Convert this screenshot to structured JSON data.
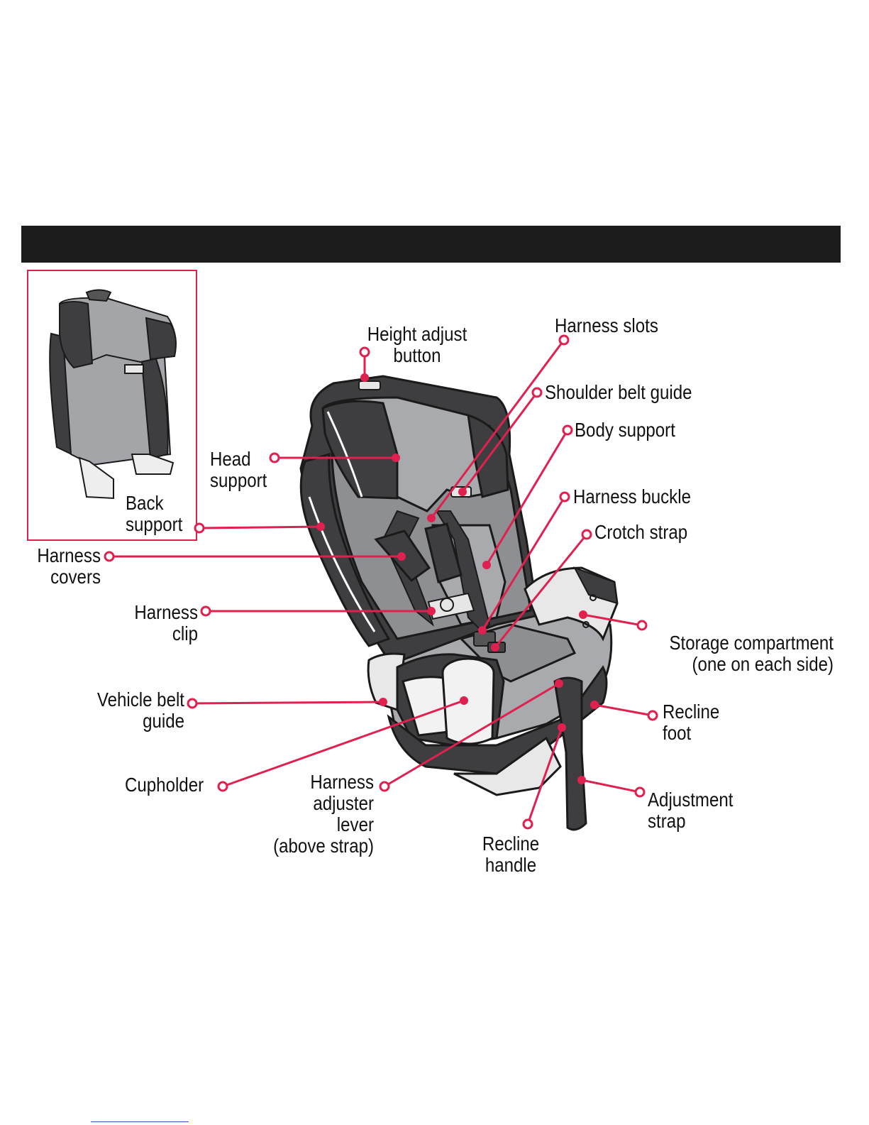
{
  "colors": {
    "callout": "#e0204f",
    "header_bar": "#1c1c1c",
    "seat_dark": "#3e3e40",
    "seat_mid": "#8e8f92",
    "seat_light": "#a9aaad"
  },
  "labels": {
    "height_adjust": [
      "Height adjust",
      "button"
    ],
    "harness_slots": [
      "Harness slots"
    ],
    "shoulder_belt_guide": [
      "Shoulder belt guide"
    ],
    "body_support": [
      "Body support"
    ],
    "head_support": [
      "Head",
      "support"
    ],
    "harness_buckle": [
      "Harness buckle"
    ],
    "crotch_strap": [
      "Crotch strap"
    ],
    "back_support": [
      "Back",
      "support"
    ],
    "harness_covers": [
      "Harness",
      "covers"
    ],
    "harness_clip": [
      "Harness",
      "clip"
    ],
    "storage_compartment": [
      "Storage compartment",
      "(one on each side)"
    ],
    "vehicle_belt_guide": [
      "Vehicle belt",
      "guide"
    ],
    "recline_foot": [
      "Recline",
      "foot"
    ],
    "cupholder": [
      "Cupholder"
    ],
    "harness_adjuster_lever": [
      "Harness",
      "adjuster",
      "lever",
      "(above strap)"
    ],
    "adjustment_strap": [
      "Adjustment",
      "strap"
    ],
    "recline_handle": [
      "Recline",
      "handle"
    ]
  }
}
